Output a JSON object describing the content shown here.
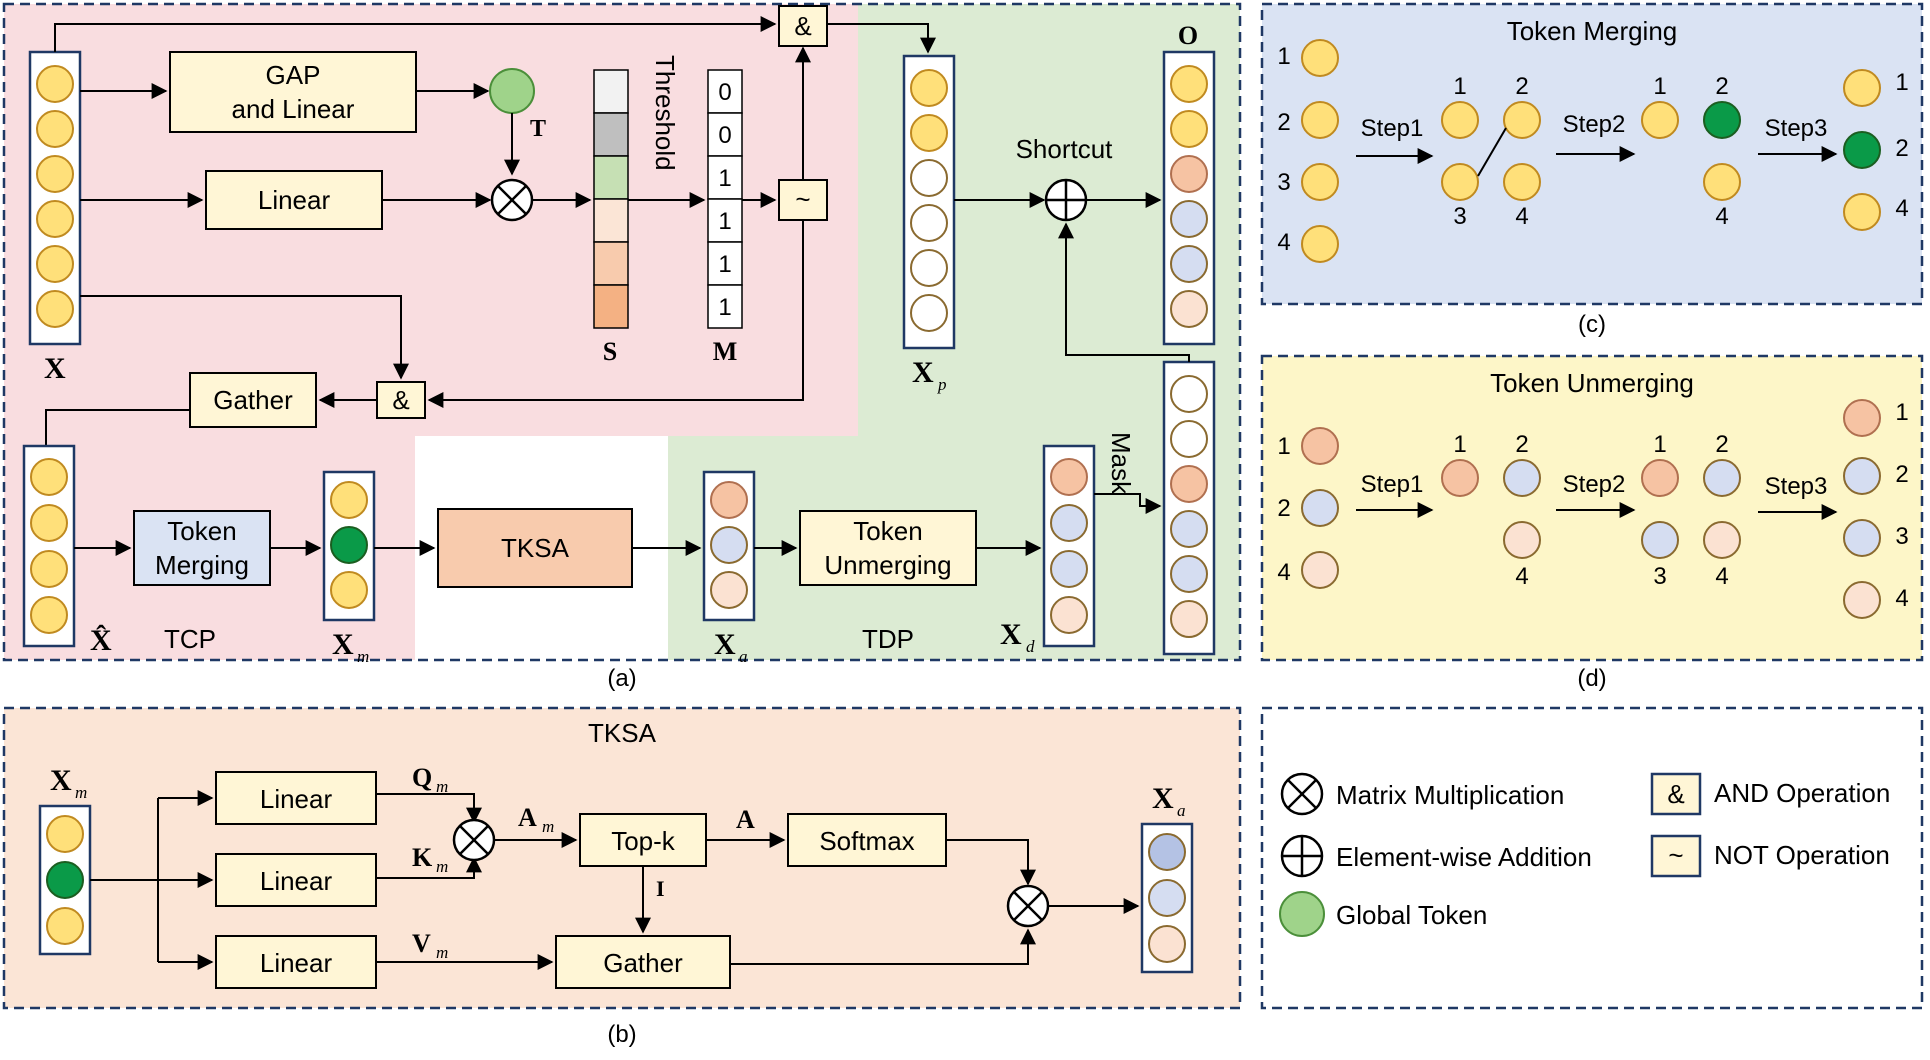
{
  "panel_a": {
    "gap_label_line1": "GAP",
    "gap_label_line2": "and Linear",
    "linear_label": "Linear",
    "threshold_label": "Threshold",
    "gather_label": "Gather",
    "and_symbol": "&",
    "not_symbol": "~",
    "token_merging_line1": "Token",
    "token_merging_line2": "Merging",
    "tksa_label": "TKSA",
    "token_unmerging_line1": "Token",
    "token_unmerging_line2": "Unmerging",
    "shortcut_label": "Shortcut",
    "mask_label": "Mask",
    "tcp_label": "TCP",
    "tdp_label": "TDP",
    "mask_values": [
      "0",
      "0",
      "1",
      "1",
      "1",
      "1"
    ],
    "var_X": "X",
    "var_S": "S",
    "var_M": "M",
    "var_T": "T",
    "var_O": "O",
    "var_Xp": "X",
    "sub_p": "p",
    "var_Xhat": "X̂",
    "var_Xm": "X",
    "sub_m": "m",
    "var_Xa": "X",
    "sub_a": "a",
    "var_Xd": "X",
    "sub_d": "d",
    "caption": "(a)"
  },
  "panel_b": {
    "title": "TKSA",
    "linear_label": "Linear",
    "topk_label": "Top-k",
    "softmax_label": "Softmax",
    "gather_label": "Gather",
    "var_X": "X",
    "sub_m": "m",
    "var_Q": "Q",
    "var_K": "K",
    "var_V": "V",
    "var_A": "A",
    "var_Am": "A",
    "var_I": "I",
    "var_Xa": "X",
    "sub_a": "a",
    "caption": "(b)"
  },
  "panel_c": {
    "title": "Token Merging",
    "step1": "Step1",
    "step2": "Step2",
    "step3": "Step3",
    "n1": "1",
    "n2": "2",
    "n3": "3",
    "n4": "4",
    "caption": "(c)"
  },
  "panel_d": {
    "title": "Token Unmerging",
    "step1": "Step1",
    "step2": "Step2",
    "step3": "Step3",
    "n1": "1",
    "n2": "2",
    "n3": "3",
    "n4": "4",
    "caption": "(d)"
  },
  "legend": {
    "matmul": "Matrix Multiplication",
    "add": "Element-wise Addition",
    "global_token": "Global Token",
    "and_symbol": "&",
    "and_op": "AND Operation",
    "not_symbol": "~",
    "not_op": "NOT Operation"
  },
  "colors": {
    "token_yellow": "#ffe07a",
    "token_green": "#0a9a48",
    "token_lightgreen": "#9fd38a",
    "token_blue": "#d5ddf1",
    "token_peach": "#f6c3a3",
    "token_lightpeach": "#fbe2d2",
    "token_white": "#ffffff",
    "tcp_bg": "#f9dde0",
    "tdp_bg": "#dcebd3",
    "tksa_bg": "#fbe5d6",
    "merge_bg": "#dae3f3",
    "unmerge_bg": "#fdf6c8",
    "box_fill": "#fff6d6",
    "border_navy": "#1f3864"
  }
}
